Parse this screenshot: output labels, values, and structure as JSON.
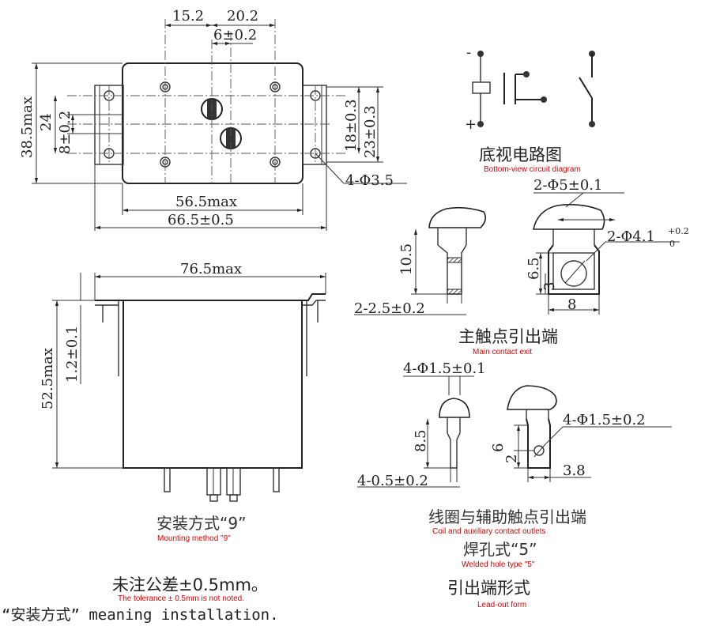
{
  "top_view": {
    "dim_15_2": "15.2",
    "dim_20_2": "20.2",
    "dim_6": "6±0.2",
    "dim_38_5": "38.5max",
    "dim_24": "24",
    "dim_8": "8±0.2",
    "dim_18": "18±0.3",
    "dim_23": "23±0.3",
    "dim_hole": "4-Φ3.5",
    "dim_56_5": "56.5max",
    "dim_66_5": "66.5±0.5"
  },
  "circuit": {
    "minus": "-",
    "plus": "+",
    "title": "底视电路图",
    "title_en": "Bottom-view circuit diagram"
  },
  "main_contact": {
    "dim_2phi5": "2-Φ5±0.1",
    "dim_2phi4_1": "2-Φ4.1",
    "tol_upper": "+0.2",
    "tol_lower": "0",
    "dim_10_5": "10.5",
    "dim_6_5": "6.5",
    "dim_3": "3",
    "dim_8": "8",
    "dim_2_2_5": "2-2.5±0.2",
    "title": "主触点引出端",
    "title_en": "Main contact exit"
  },
  "side_view": {
    "dim_76_5": "76.5max",
    "dim_52_5": "52.5max",
    "dim_1_2": "1.2±0.1",
    "title": "安装方式“9”",
    "title_en": "Mounting method \"9\""
  },
  "coil_contact": {
    "dim_4phi1_5a": "4-Φ1.5±0.1",
    "dim_4phi1_5b": "4-Φ1.5±0.2",
    "dim_8_5": "8.5",
    "dim_6": "6",
    "dim_2": "2",
    "dim_3_8": "3.8",
    "dim_4_0_5": "4-0.5±0.2",
    "title": "线圈与辅助触点引出端",
    "title_en": "Coil and auxiliary contact outlets",
    "type_title": "焊孔式“5”",
    "type_title_en": "Welded hole type \"5\"",
    "form_title": "引出端形式",
    "form_title_en": "Lead-out form"
  },
  "notes": {
    "tolerance": "未注公差±0.5mm。",
    "tolerance_en": "The tolerance ± 0.5mm is not noted.",
    "caption": "“安装方式” meaning installation."
  }
}
